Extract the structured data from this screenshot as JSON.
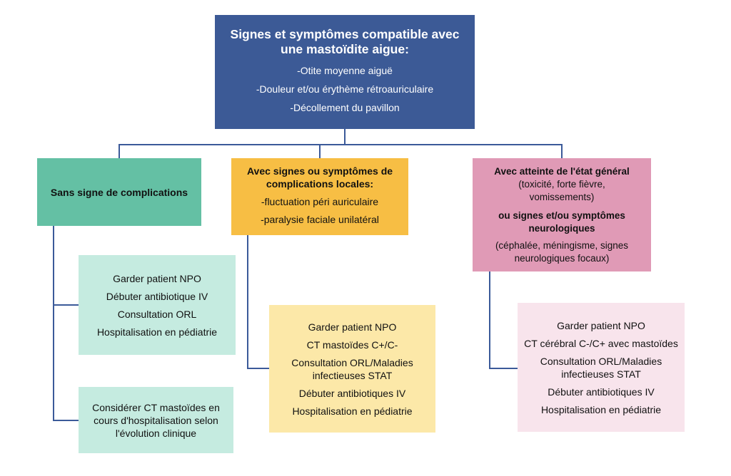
{
  "top": {
    "title": [
      "Signes et symptômes compatible avec",
      "une mastoïdite aigue:"
    ],
    "items": [
      "-Otite moyenne aiguë",
      "-Douleur et/ou érythème rétroauriculaire",
      "-Décollement du pavillon"
    ]
  },
  "branch1": {
    "title": "Sans signe de complications",
    "actions": {
      "items": [
        "Garder patient NPO",
        "Débuter antibiotique IV",
        "Consultation ORL",
        "Hospitalisation en pédiatrie"
      ]
    },
    "consider": {
      "lines": [
        "Considérer CT mastoïdes en",
        "cours d'hospitalisation selon",
        "l'évolution clinique"
      ]
    }
  },
  "branch2": {
    "title": [
      "Avec signes ou symptômes de",
      "complications locales:"
    ],
    "items": [
      "-fluctuation péri auriculaire",
      "-paralysie faciale unilatéral"
    ],
    "actions": {
      "items": [
        "Garder patient NPO",
        "CT mastoïdes C+/C-",
        "Consultation ORL/Maladies\ninfectieuses STAT",
        "Débuter antibiotiques IV",
        "Hospitalisation en pédiatrie"
      ]
    }
  },
  "branch3": {
    "title": "Avec atteinte de l'état général",
    "detail1": [
      "(toxicité, forte fièvre,",
      "vomissements)"
    ],
    "title2": [
      "ou signes et/ou symptômes",
      "neurologiques"
    ],
    "detail2": [
      "(céphalée, méningisme, signes",
      "neurologiques focaux)"
    ],
    "actions": {
      "items": [
        "Garder patient NPO",
        "CT cérébral C-/C+ avec mastoïdes",
        "Consultation ORL/Maladies\ninfectieuses STAT",
        "Débuter antibiotiques IV",
        "Hospitalisation en pédiatrie"
      ]
    }
  },
  "colors": {
    "top": "#3c5a96",
    "branch1": "#64c0a4",
    "branch2": "#f7be44",
    "branch3": "#e09ab6",
    "sub1": "#c5ebe0",
    "sub2": "#fce8a8",
    "sub3": "#f8e4ec",
    "connector": "#3b5a99"
  }
}
